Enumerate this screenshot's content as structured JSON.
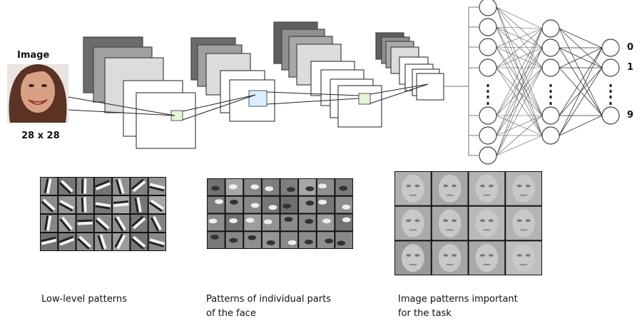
{
  "input": {
    "title": "Image",
    "size": "28 x 28"
  },
  "outputs": [
    "0",
    "1",
    "9"
  ],
  "captions": [
    {
      "lines": [
        "Low-level patterns"
      ]
    },
    {
      "lines": [
        "Patterns of individual parts",
        "of the face"
      ]
    },
    {
      "lines": [
        "Image patterns important",
        "for the task"
      ]
    }
  ],
  "colors": {
    "highlight_green": "#e6f5dc",
    "highlight_blue": "#dbeeff"
  }
}
